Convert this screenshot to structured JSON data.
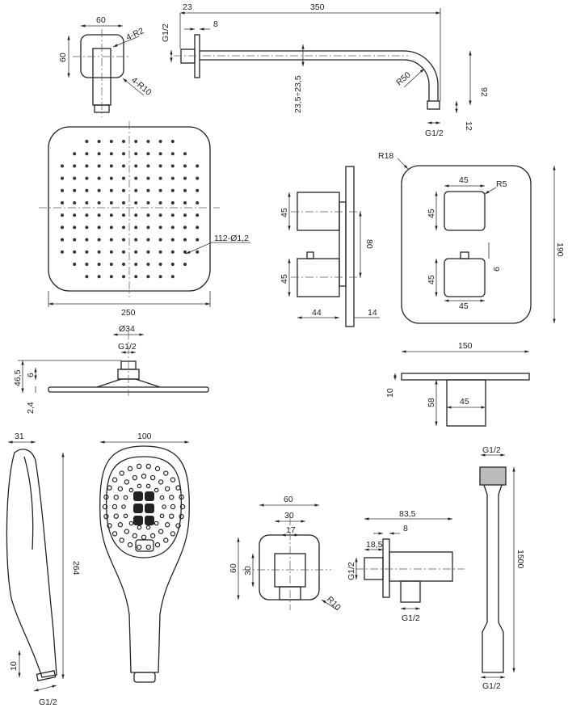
{
  "wall_arm_front": {
    "width": "60",
    "height": "60",
    "radius_small": "4-R2",
    "radius_large": "4-R10"
  },
  "wall_arm_side": {
    "flange": "23",
    "length": "350",
    "flange_thickness": "8",
    "inlet_thread": "G1/2",
    "bend_radius": "R50",
    "drop": "92",
    "pipe": "23,5÷23,5",
    "nut": "12",
    "outlet_thread": "G1/2"
  },
  "head_top": {
    "size": "250",
    "nozzles": "112-Ø1,2"
  },
  "head_side": {
    "diameter": "Ø34",
    "thread": "G1/2",
    "height": "46,5",
    "joint": "6",
    "thickness": "2,4"
  },
  "mixer_side": {
    "knob_top": "45",
    "knob_bottom": "45",
    "spacing": "80",
    "knob_depth": "44",
    "plate": "14"
  },
  "mixer_front": {
    "corner": "R18",
    "knob_width_top": "45",
    "knob_radius": "R5",
    "knob_height_top": "45",
    "knob_height_bottom": "45",
    "tab": "9",
    "knob_width_bottom": "45",
    "height": "190"
  },
  "holder": {
    "width": "150",
    "plate": "10",
    "depth": "58",
    "block": "45"
  },
  "hand_side": {
    "thickness": "31",
    "length": "264",
    "neck": "10",
    "thread": "G1/2"
  },
  "hand_front": {
    "width": "100"
  },
  "outlet_front": {
    "width": "60",
    "inner": "30",
    "nut": "17",
    "height": "60",
    "inner_height": "30",
    "radius": "R10"
  },
  "outlet_side": {
    "length": "83,5",
    "flange": "8",
    "nipple": "18,5",
    "inlet": "G1/2",
    "outlet": "G1/2"
  },
  "hose": {
    "top_thread": "G1/2",
    "length": "1500",
    "bottom_thread": "G1/2"
  }
}
